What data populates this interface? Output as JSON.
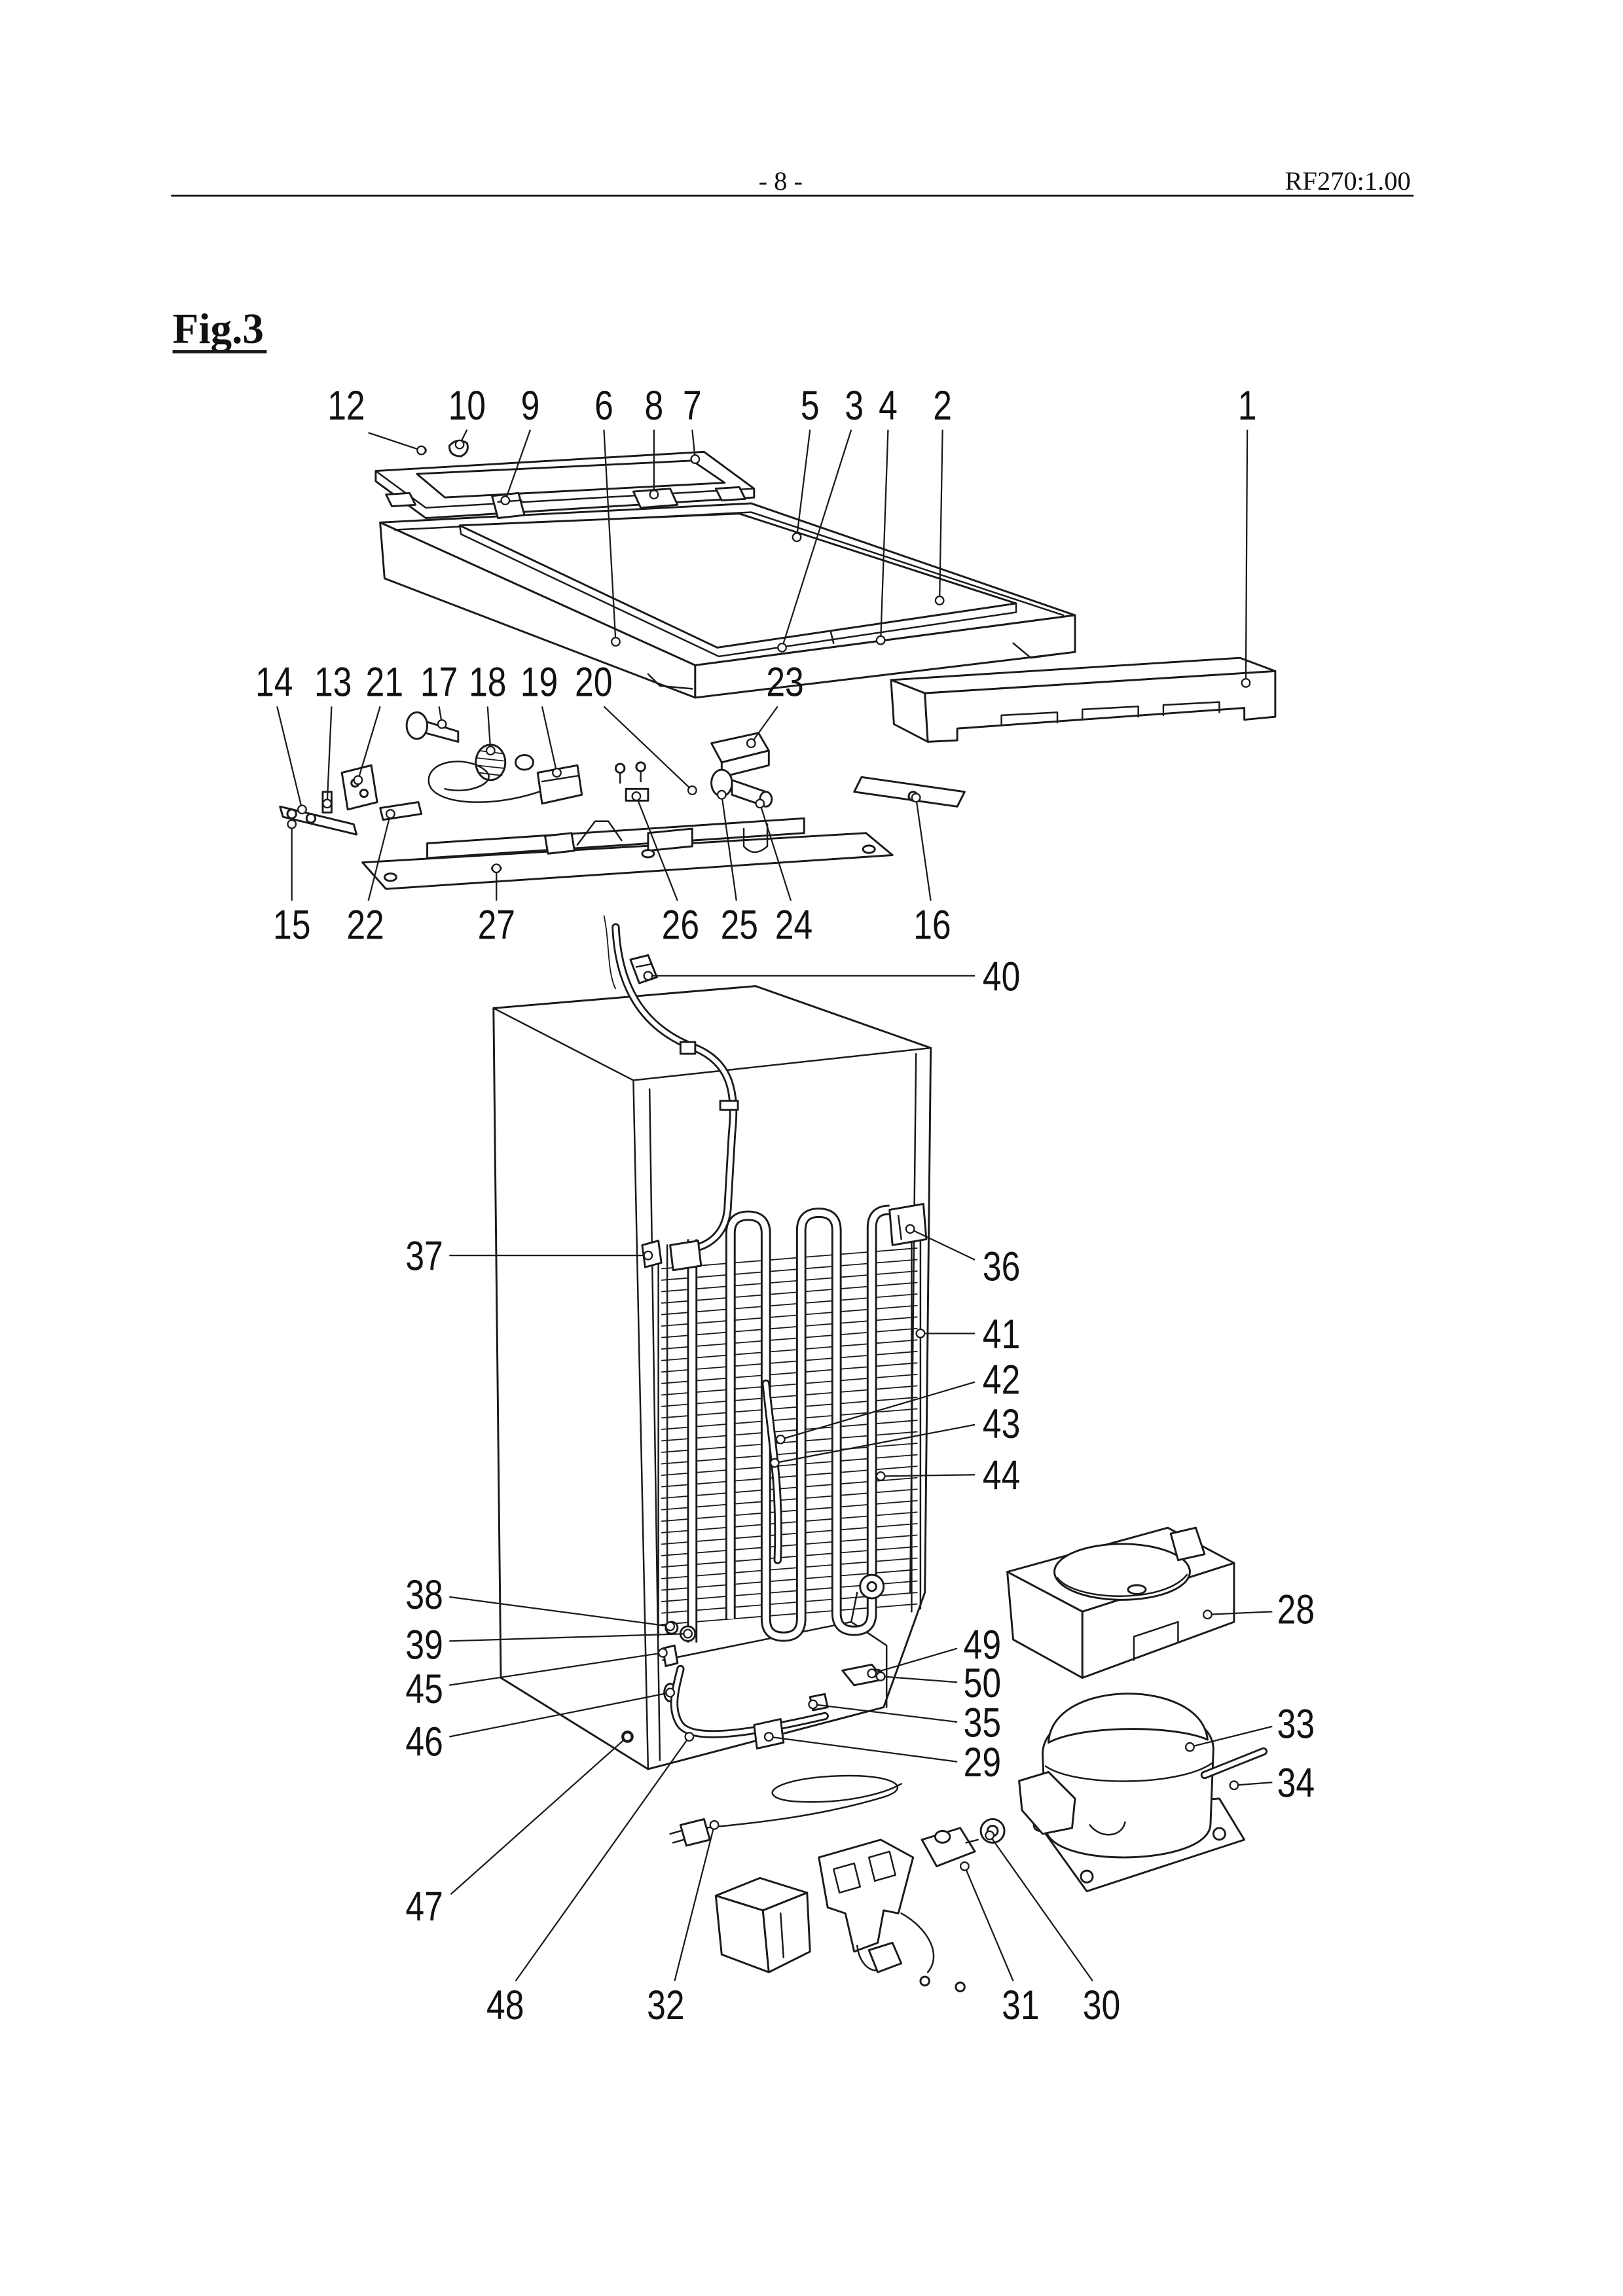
{
  "header": {
    "page_number": "- 8 -",
    "doc_code": "RF270:1.00"
  },
  "figure": {
    "title": "Fig.3"
  },
  "callouts": [
    "12",
    "10",
    "9",
    "6",
    "8",
    "7",
    "5",
    "3",
    "4",
    "2",
    "1",
    "14",
    "13",
    "21",
    "17",
    "18",
    "19",
    "20",
    "23",
    "15",
    "22",
    "27",
    "26",
    "25",
    "24",
    "16",
    "40",
    "37",
    "36",
    "41",
    "42",
    "43",
    "44",
    "28",
    "38",
    "39",
    "49",
    "45",
    "50",
    "35",
    "33",
    "46",
    "29",
    "34",
    "47",
    "48",
    "32",
    "31",
    "30"
  ]
}
